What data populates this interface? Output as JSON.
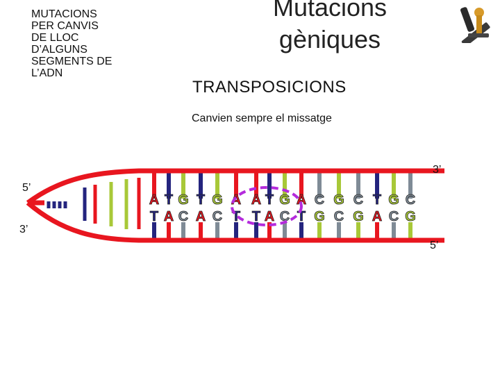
{
  "side_title": {
    "lines": [
      "MUTACIONS",
      "PER CANVIS",
      "DE LLOC",
      "D’ALGUNS",
      "SEGMENTS DE",
      "L’ADN"
    ]
  },
  "main_title": {
    "lines": [
      "Mutacions",
      "gèniques"
    ]
  },
  "subtitle": "TRANSPOSICIONS",
  "note": "Canvien sempre el missatge",
  "dna": {
    "labels": {
      "top_right": "3’",
      "left_upper": "5’",
      "left_lower": "3’",
      "bottom_right": "5’"
    },
    "top_strand": [
      "A",
      "T",
      "G",
      "T",
      "G",
      "A",
      "A",
      "T",
      "G",
      "A",
      "C",
      "G",
      "C",
      "T",
      "G",
      "C"
    ],
    "bottom_strand": [
      "T",
      "A",
      "C",
      "A",
      "C",
      "T",
      "T",
      "A",
      "C",
      "T",
      "G",
      "C",
      "G",
      "A",
      "C",
      "G"
    ],
    "base_colors": {
      "A": "#e8161f",
      "T": "#24247e",
      "G": "#a8c838",
      "C": "#7f8b96"
    },
    "backbone_color": "#e8161f",
    "highlight_color": "#b42bdc"
  },
  "logo_icon": "dna-tools-icon"
}
